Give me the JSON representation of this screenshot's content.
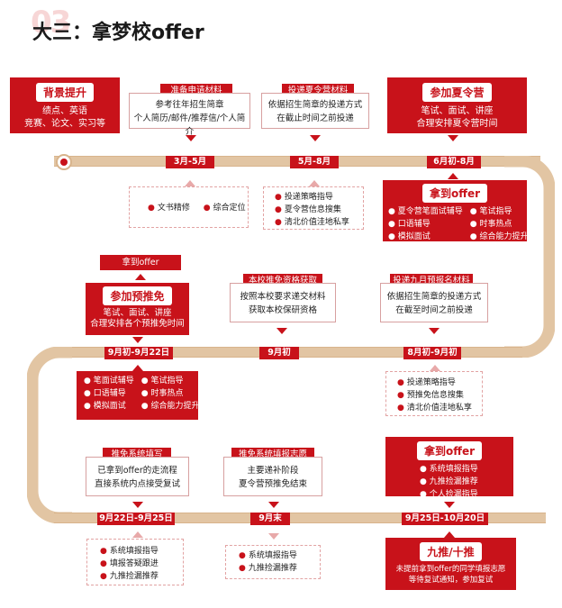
{
  "header": {
    "deco": "03",
    "title": "大三：拿梦校offer"
  },
  "colors": {
    "red": "#c8121a",
    "road": "#e2c5a3",
    "pink": "#e8a9a9"
  },
  "cards": {
    "bg": {
      "title": "背景提升",
      "lines": [
        "绩点、英语",
        "竞赛、论文、实习等"
      ]
    },
    "summer": {
      "title": "参加夏令营",
      "lines": [
        "笔试、面试、讲座",
        "合理安排夏令营时间"
      ]
    },
    "offer1": {
      "title": "拿到offer",
      "left": [
        "夏令营笔面试辅导",
        "口语辅导",
        "模拟面试"
      ],
      "right": [
        "笔试指导",
        "时事热点",
        "综合能力提升"
      ]
    },
    "offer_small": "拿到offer",
    "prep": {
      "title": "参加预推免",
      "lines": [
        "笔试、面试、讲座",
        "合理安排各个预推免时间"
      ]
    },
    "offer3": {
      "title": "拿到offer",
      "items": [
        "系统填报指导",
        "九推捡漏推荐",
        "个人捡漏指导"
      ]
    },
    "nine": {
      "title": "九推/十推",
      "lines": [
        "未提前拿到offer的同学填报志愿",
        "等待复试通知，参加复试"
      ]
    }
  },
  "info": {
    "prepare": {
      "label": "准备申请材料",
      "lines": [
        "参考往年招生简章",
        "个人简历/邮件/推荐信/个人简介"
      ]
    },
    "summer_apply": {
      "label": "投递夏令营材料",
      "lines": [
        "依据招生简章的投递方式",
        "在截止时间之前投递"
      ]
    },
    "school": {
      "label": "本校推免资格获取",
      "lines": [
        "按照本校要求递交材料",
        "获取本校保研资格"
      ]
    },
    "sep_apply": {
      "label": "投递九月预报名材料",
      "lines": [
        "依据招生简章的投递方式",
        "在截至时间之前投递"
      ]
    },
    "sys_fill": {
      "label": "推免系统填写",
      "lines": [
        "已拿到offer的走流程",
        "直接系统内点接受复试"
      ]
    },
    "sys_vol": {
      "label": "推免系统填报志愿",
      "lines": [
        "主要递补阶段",
        "夏令营预推免结束"
      ]
    }
  },
  "times": {
    "t1": "3月-5月",
    "t2": "5月-8月",
    "t3": "6月初-8月",
    "t4": "9月初-9月22日",
    "t5": "9月初",
    "t6": "8月初-9月初",
    "t7": "9月22日-9月25日",
    "t8": "9月末",
    "t9": "9月25日-10月20日"
  },
  "lists": {
    "l1": [
      "文书精修",
      "综合定位"
    ],
    "l2": [
      "投递策略指导",
      "夏令营信息搜集",
      "清北价值洼地私享"
    ],
    "l4": {
      "left": [
        "笔面试辅导",
        "口语辅导",
        "模拟面试"
      ],
      "right": [
        "笔试指导",
        "时事热点",
        "综合能力提升"
      ]
    },
    "l6": [
      "投递策略指导",
      "预推免信息搜集",
      "清北价值洼地私享"
    ],
    "l7": [
      "系统填报指导",
      "填报答疑跟进",
      "九推捡漏推荐"
    ],
    "l8": [
      "系统填报指导",
      "九推捡漏推荐"
    ]
  }
}
